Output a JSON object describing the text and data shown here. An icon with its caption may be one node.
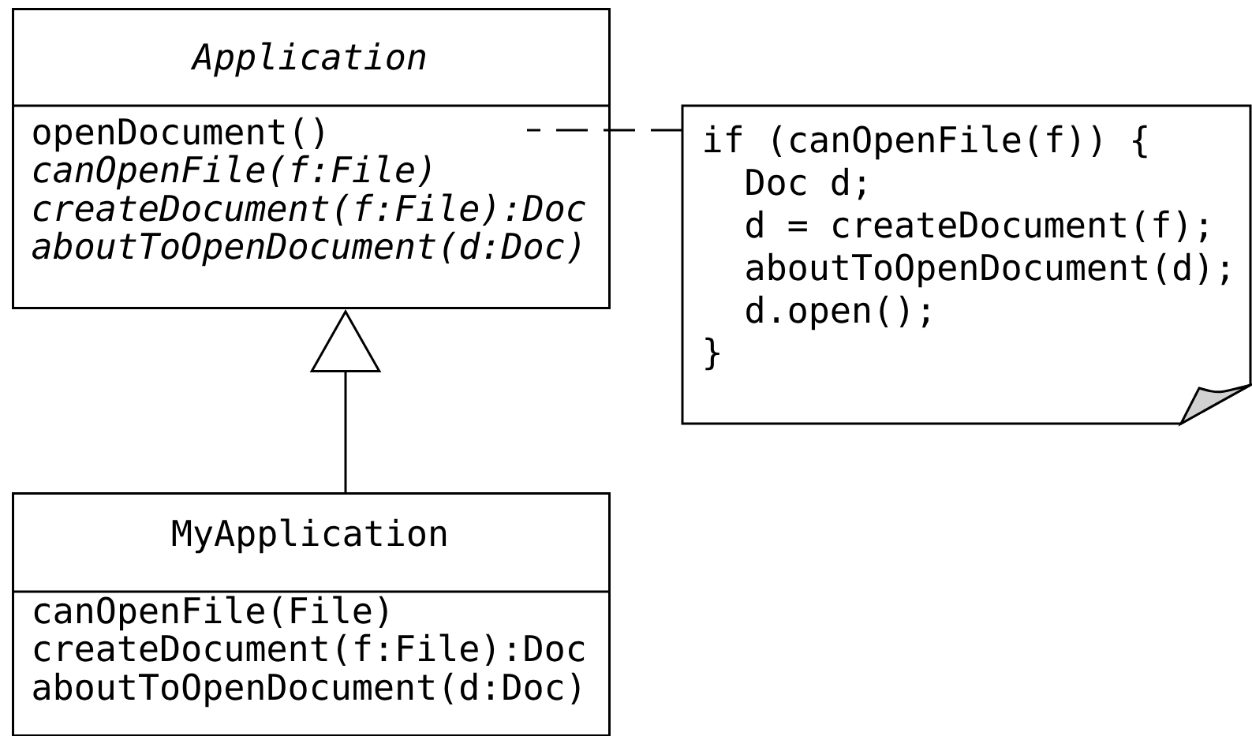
{
  "diagram": {
    "nodes": [
      {
        "text": [
          "Application",
          "openDocument()",
          "canOpenFile(f:File)",
          "createDocument(f:File):Doc",
          "aboutToOpenDocument(d:Doc)"
        ]
      },
      {
        "text": [
          "if (canOpenFile(f)) {",
          "Doc d;",
          "d = createDocument(f);",
          "aboutToOpenDocument(d);",
          "d.open();",
          "}"
        ]
      },
      {
        "text": [
          "MyApplication",
          "canOpenFile(File)",
          "createDocument(f:File):Doc",
          "aboutToOpenDocument(d:Doc)"
        ]
      }
    ],
    "edges": [
      {
        "from": 2,
        "to": 0,
        "arrow": "to"
      },
      {
        "from": 1,
        "to": 0,
        "arrow": "none",
        "style": "dashed"
      }
    ]
  }
}
